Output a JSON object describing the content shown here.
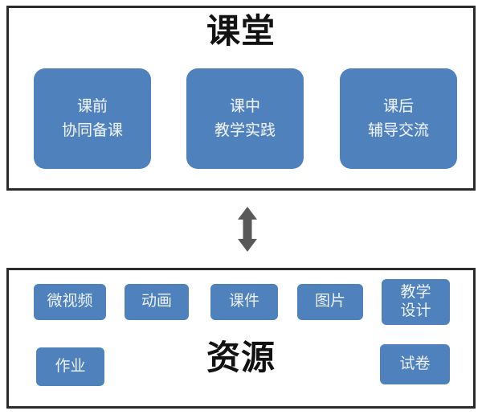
{
  "diagram": {
    "classroom": {
      "title": "课堂",
      "boxes": [
        {
          "name": "pre-class",
          "line1": "课前",
          "line2": "协同备课"
        },
        {
          "name": "in-class",
          "line1": "课中",
          "line2": "教学实践"
        },
        {
          "name": "post-class",
          "line1": "课后",
          "line2": "辅导交流"
        }
      ]
    },
    "connector": {
      "icon": "double-headed-vertical-arrow-icon",
      "color": "#595959"
    },
    "resource": {
      "title": "资源",
      "chips": [
        {
          "name": "micro-video",
          "line1": "微视频",
          "line2": ""
        },
        {
          "name": "animation",
          "line1": "动画",
          "line2": ""
        },
        {
          "name": "courseware",
          "line1": "课件",
          "line2": ""
        },
        {
          "name": "picture",
          "line1": "图片",
          "line2": ""
        },
        {
          "name": "instructional-design",
          "line1": "教学",
          "line2": "设计"
        },
        {
          "name": "homework",
          "line1": "作业",
          "line2": ""
        },
        {
          "name": "exam-paper",
          "line1": "试卷",
          "line2": ""
        }
      ]
    },
    "colors": {
      "box_fill": "#4f81bd",
      "box_text": "#eef3fa",
      "frame_border": "#2b2b2b",
      "title_text": "#121212",
      "arrow": "#595959",
      "background": "#ffffff"
    }
  }
}
